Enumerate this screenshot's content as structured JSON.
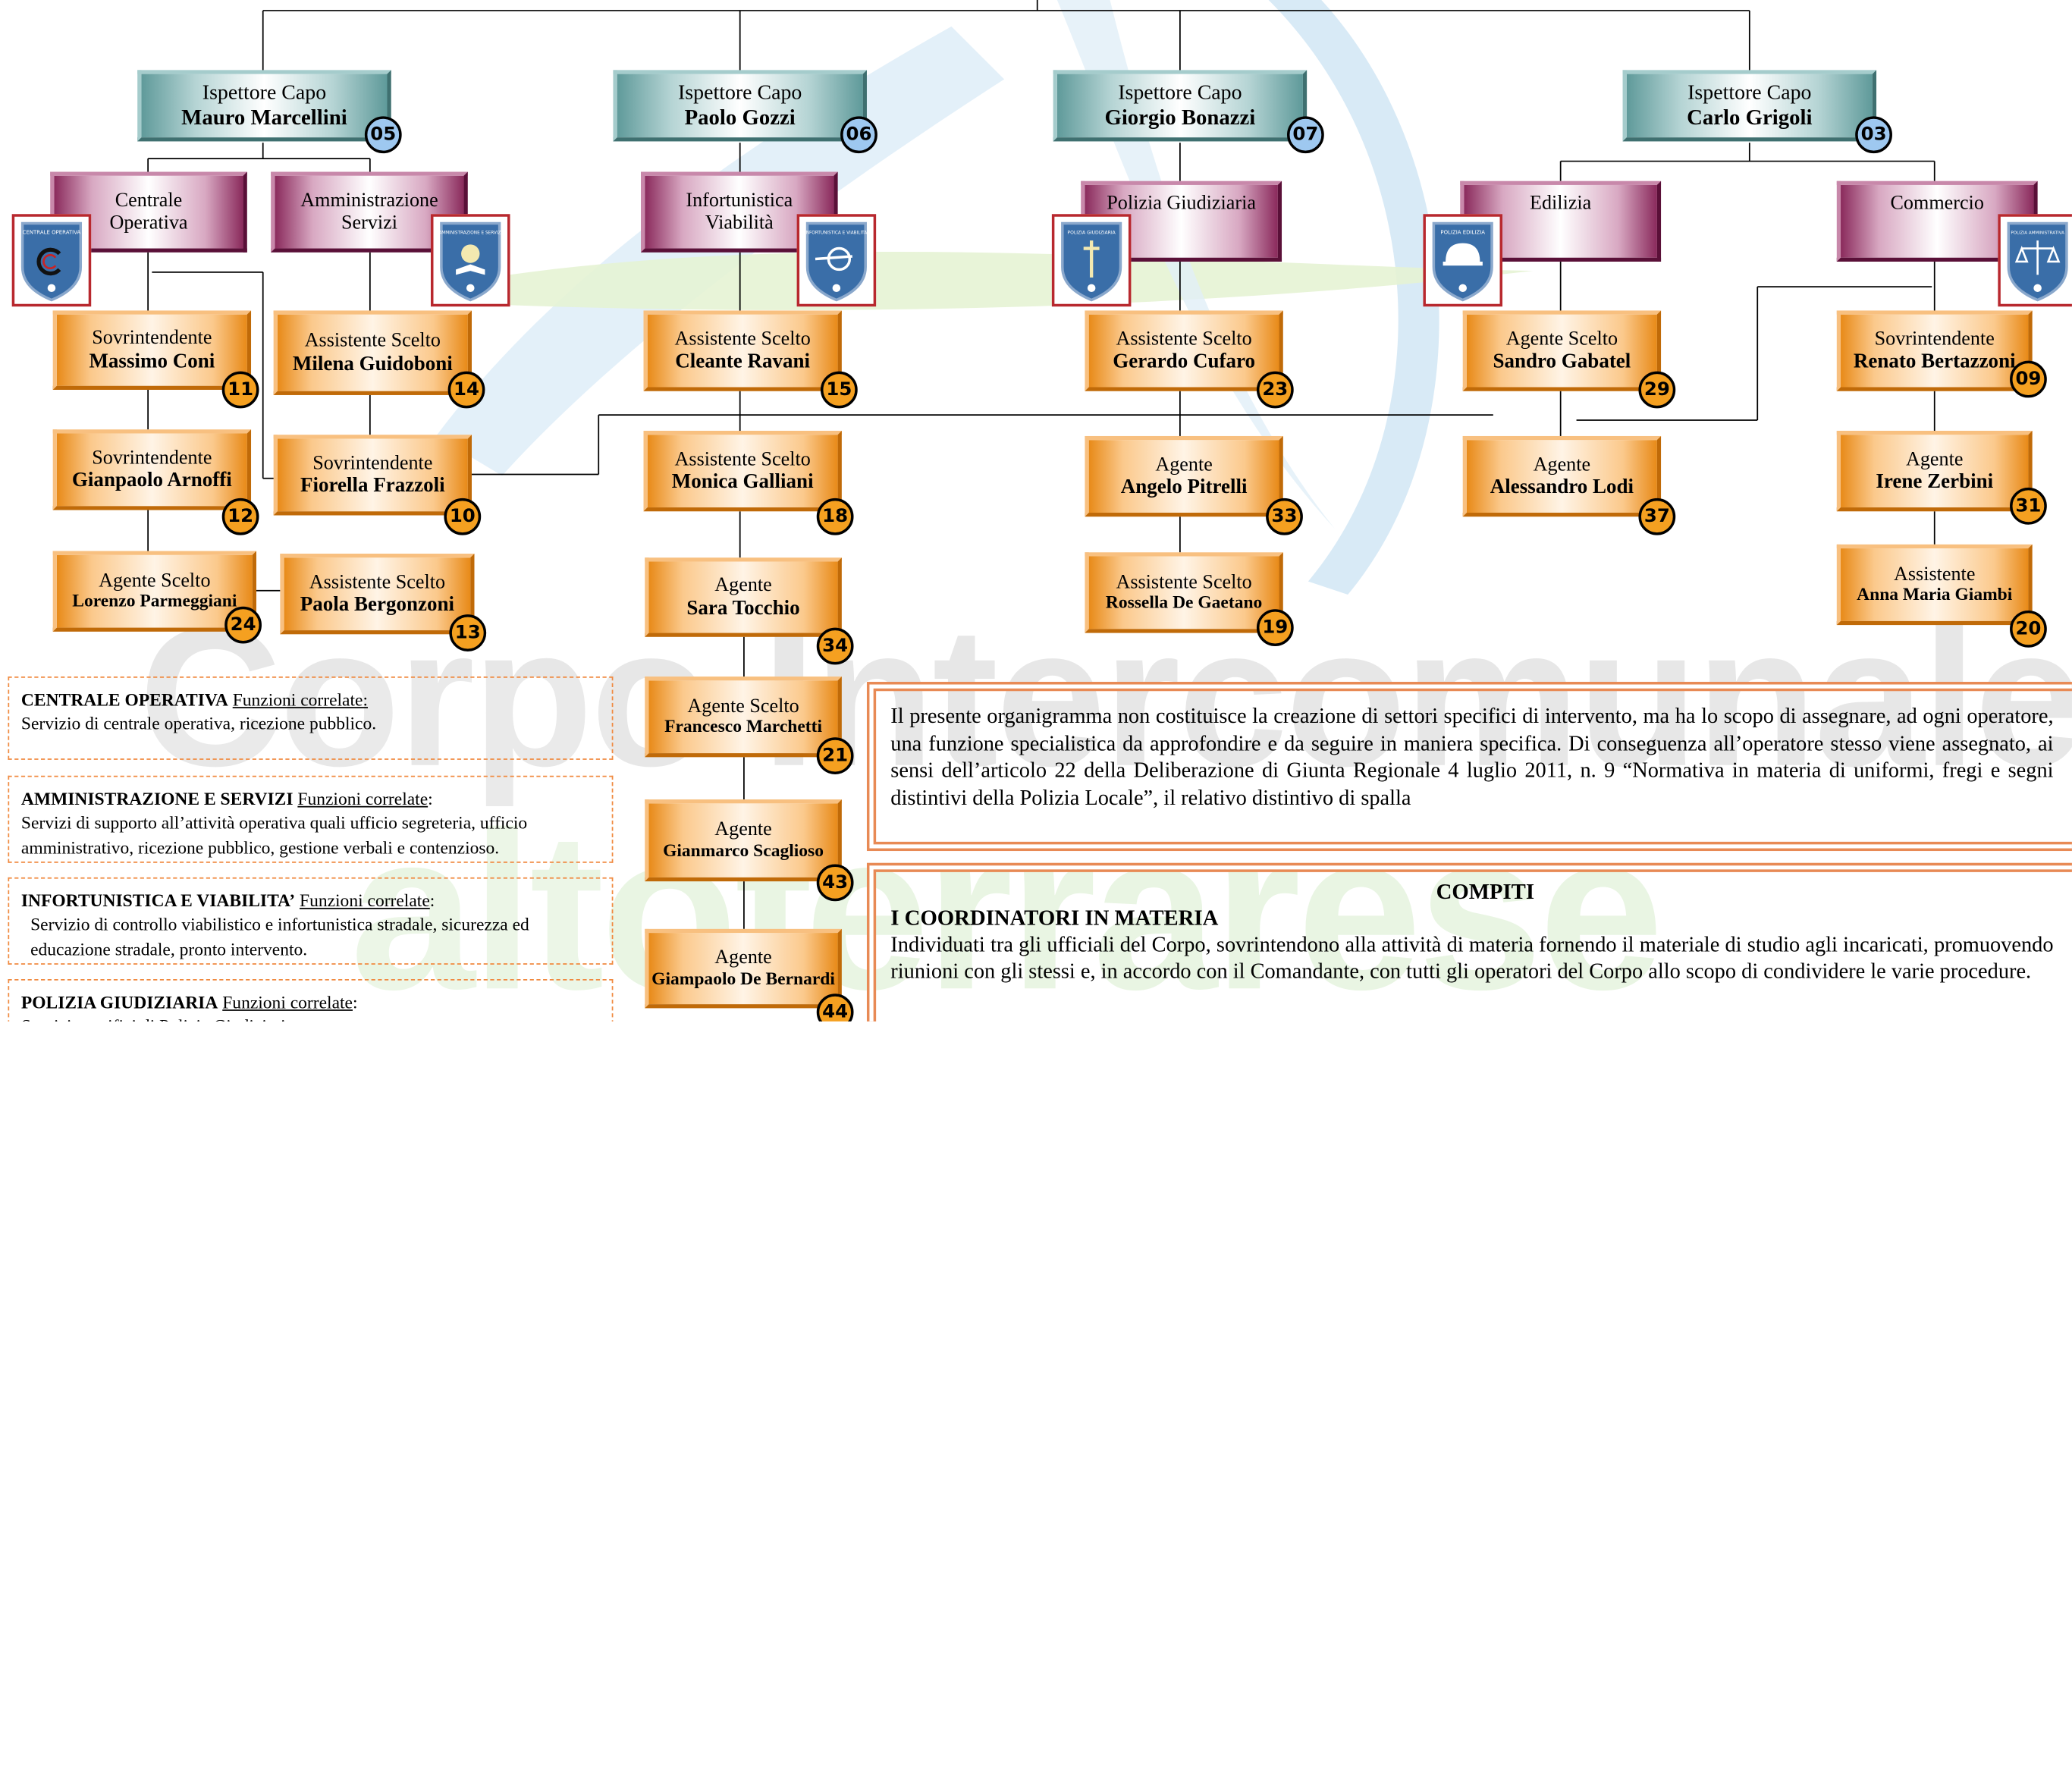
{
  "nodes": {
    "chief_marcellini": {
      "role": "Ispettore Capo",
      "name": "Mauro Marcellini",
      "num": "05"
    },
    "chief_gozzi": {
      "role": "Ispettore Capo",
      "name": "Paolo Gozzi",
      "num": "06"
    },
    "chief_bonazzi": {
      "role": "Ispettore Capo",
      "name": "Giorgio Bonazzi",
      "num": "07"
    },
    "chief_grigoli": {
      "role": "Ispettore Capo",
      "name": "Carlo Grigoli",
      "num": "03"
    },
    "sec_centrale": {
      "l1": "Centrale",
      "l2": "Operativa"
    },
    "sec_amministrazione": {
      "l1": "Amministrazione",
      "l2": "Servizi"
    },
    "sec_infortunistica": {
      "l1": "Infortunistica",
      "l2": "Viabilità"
    },
    "sec_polizia": {
      "l1": "Polizia Giudiziaria"
    },
    "sec_edilizia": {
      "l1": "Edilizia"
    },
    "sec_commercio": {
      "l1": "Commercio"
    },
    "coni": {
      "role": "Sovrintendente",
      "name": "Massimo Coni",
      "num": "11"
    },
    "arnoffi": {
      "role": "Sovrintendente",
      "name": "Gianpaolo Arnoffi",
      "num": "12"
    },
    "parmeggiani": {
      "role": "Agente Scelto",
      "name": "Lorenzo Parmeggiani",
      "num": "24"
    },
    "guidoboni": {
      "role": "Assistente Scelto",
      "name": "Milena Guidoboni",
      "num": "14"
    },
    "frazzoli": {
      "role": "Sovrintendente",
      "name": "Fiorella Frazzoli",
      "num": "10"
    },
    "bergonzoni": {
      "role": "Assistente Scelto",
      "name": "Paola Bergonzoni",
      "num": "13"
    },
    "ravani": {
      "role": "Assistente Scelto",
      "name": "Cleante Ravani",
      "num": "15"
    },
    "galliani": {
      "role": "Assistente Scelto",
      "name": "Monica Galliani",
      "num": "18"
    },
    "tocchio": {
      "role": "Agente",
      "name": "Sara Tocchio",
      "num": "34"
    },
    "marchetti": {
      "role": "Agente Scelto",
      "name": "Francesco Marchetti",
      "num": "21"
    },
    "scaglioso": {
      "role": "Agente",
      "name": "Gianmarco Scaglioso",
      "num": "43"
    },
    "debernardi": {
      "role": "Agente",
      "name": "Giampaolo De Bernardi",
      "num": "44"
    },
    "cufaro": {
      "role": "Assistente Scelto",
      "name": "Gerardo Cufaro",
      "num": "23"
    },
    "pitrelli": {
      "role": "Agente",
      "name": "Angelo Pitrelli",
      "num": "33"
    },
    "degaetano": {
      "role": "Assistente Scelto",
      "name": "Rossella De Gaetano",
      "num": "19"
    },
    "gabatel": {
      "role": "Agente Scelto",
      "name": "Sandro Gabatel",
      "num": "29"
    },
    "lodi": {
      "role": "Agente",
      "name": "Alessandro Lodi",
      "num": "37"
    },
    "bertazzoni": {
      "role": "Sovrintendente",
      "name": "Renato Bertazzoni",
      "num": "09"
    },
    "zerbini": {
      "role": "Agente",
      "name": "Irene Zerbini",
      "num": "31"
    },
    "giambi": {
      "role": "Assistente",
      "name": "Anna Maria Giambi",
      "num": "20"
    }
  },
  "badges": {
    "centrale": "CENTRALE OPERATIVA",
    "amministrazione": "AMMINISTRAZIONE E SERVIZI",
    "infortunistica": "INFORTUNISTICA E VIABILITA'",
    "polizia": "POLIZIA GIUDIZIARIA",
    "edilizia": "POLIZIA EDILIZIA",
    "commercio": "POLIZIA AMMINISTRATIVA"
  },
  "info": {
    "centrale": {
      "title": "CENTRALE OPERATIVA",
      "link": "Funzioni correlate:",
      "text": "Servizio di centrale operativa, ricezione pubblico."
    },
    "amministrazione": {
      "title": "AMMINISTRAZIONE E SERVIZI",
      "link": "Funzioni correlate",
      "colon": ":",
      "text": "Servizi di supporto all’attività operativa quali ufficio segreteria, ufficio amministrativo, ricezione pubblico, gestione verbali e contenzioso."
    },
    "infortunistica": {
      "title": "INFORTUNISTICA E VIABILITA’",
      "link": "Funzioni correlate",
      "colon": ":",
      "text": "Servizio di controllo viabilistico e infortunistica stradale, sicurezza ed educazione stradale, pronto intervento."
    },
    "polizia": {
      "title": "POLIZIA GIUDIZIARIA",
      "link": "Funzioni correlate",
      "colon": ":",
      "text": "Servizi specifici di Polizia Giudiziaria."
    }
  },
  "intro_text": "Il presente organigramma non costituisce la creazione di settori specifici di intervento, ma ha lo scopo di assegnare, ad ogni operatore, una funzione specialistica da approfondire e da seguire in maniera specifica. Di conseguenza all’operatore stesso viene assegnato, ai sensi dell’articolo 22 della Deliberazione di Giunta Regionale 4 luglio 2011, n. 9 “Normativa in materia di uniformi, fregi e segni distintivi della Polizia Locale”, il relativo distintivo di spalla",
  "compiti": {
    "heading": "COMPITI",
    "subheading": "I COORDINATORI IN MATERIA",
    "text": "Individuati tra gli ufficiali del Corpo, sovrintendono alla attività di materia fornendo il materiale di studio agli incaricati, promuovendo riunioni con gli stessi e, in accordo con il Comandante, con tutti gli operatori del Corpo allo scopo di condividere le varie procedure."
  },
  "watermark": {
    "line1": "Corpo Intercomunale",
    "line2a": "alto",
    "line2b": "ferrarese"
  },
  "colors": {
    "teal": "#5f9a9a",
    "pink": "#8a2a5c",
    "orange": "#e88a18",
    "badge_orange": "#f5a020",
    "badge_blue": "#9ec8f0",
    "shield_border": "#b8282e",
    "dashed_border": "#f08a40"
  }
}
